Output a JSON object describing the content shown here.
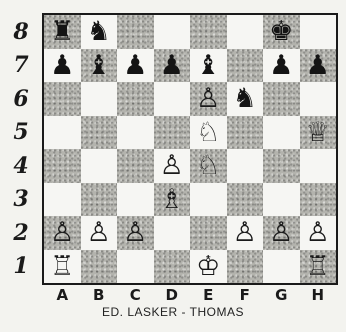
{
  "caption": "ED. LASKER - THOMAS",
  "files": [
    "A",
    "B",
    "C",
    "D",
    "E",
    "F",
    "G",
    "H"
  ],
  "ranks": [
    "8",
    "7",
    "6",
    "5",
    "4",
    "3",
    "2",
    "1"
  ],
  "pieces": [
    {
      "square": "a8",
      "color": "black",
      "type": "rook",
      "glyph": "♜"
    },
    {
      "square": "b8",
      "color": "black",
      "type": "knight",
      "glyph": "♞"
    },
    {
      "square": "g8",
      "color": "black",
      "type": "king",
      "glyph": "♚"
    },
    {
      "square": "a7",
      "color": "black",
      "type": "pawn",
      "glyph": "♟"
    },
    {
      "square": "b7",
      "color": "black",
      "type": "bishop",
      "glyph": "♝"
    },
    {
      "square": "c7",
      "color": "black",
      "type": "pawn",
      "glyph": "♟"
    },
    {
      "square": "d7",
      "color": "black",
      "type": "pawn",
      "glyph": "♟"
    },
    {
      "square": "e7",
      "color": "black",
      "type": "bishop",
      "glyph": "♝"
    },
    {
      "square": "g7",
      "color": "black",
      "type": "pawn",
      "glyph": "♟"
    },
    {
      "square": "h7",
      "color": "black",
      "type": "pawn",
      "glyph": "♟"
    },
    {
      "square": "e6",
      "color": "white",
      "type": "pawn",
      "glyph": "♙"
    },
    {
      "square": "f6",
      "color": "black",
      "type": "knight",
      "glyph": "♞"
    },
    {
      "square": "e5",
      "color": "white",
      "type": "knight",
      "glyph": "♘"
    },
    {
      "square": "h5",
      "color": "white",
      "type": "queen",
      "glyph": "♕"
    },
    {
      "square": "d4",
      "color": "white",
      "type": "pawn",
      "glyph": "♙"
    },
    {
      "square": "e4",
      "color": "white",
      "type": "knight",
      "glyph": "♘"
    },
    {
      "square": "d3",
      "color": "white",
      "type": "bishop",
      "glyph": "♗"
    },
    {
      "square": "a2",
      "color": "white",
      "type": "pawn",
      "glyph": "♙"
    },
    {
      "square": "b2",
      "color": "white",
      "type": "pawn",
      "glyph": "♙"
    },
    {
      "square": "c2",
      "color": "white",
      "type": "pawn",
      "glyph": "♙"
    },
    {
      "square": "f2",
      "color": "white",
      "type": "pawn",
      "glyph": "♙"
    },
    {
      "square": "g2",
      "color": "white",
      "type": "pawn",
      "glyph": "♙"
    },
    {
      "square": "h2",
      "color": "white",
      "type": "pawn",
      "glyph": "♙"
    },
    {
      "square": "a1",
      "color": "white",
      "type": "rook",
      "glyph": "♖"
    },
    {
      "square": "e1",
      "color": "white",
      "type": "king",
      "glyph": "♔"
    },
    {
      "square": "h1",
      "color": "white",
      "type": "rook",
      "glyph": "♖"
    }
  ]
}
